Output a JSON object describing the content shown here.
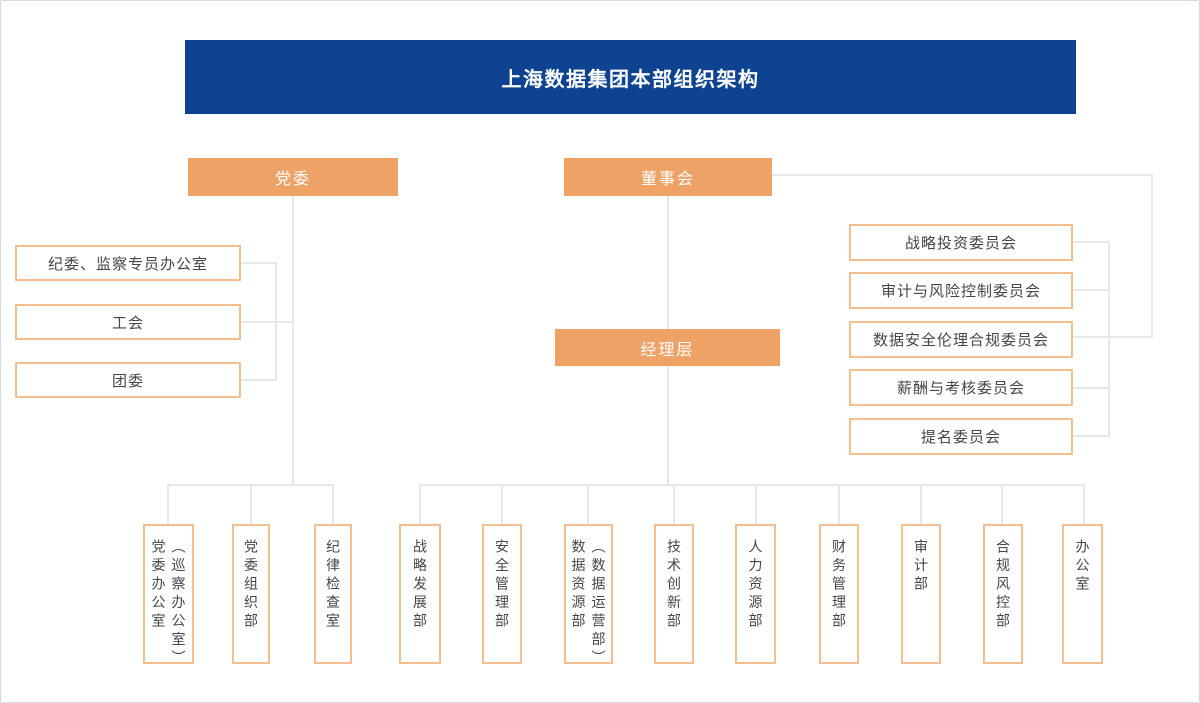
{
  "title_bar": {
    "text": "上海数据集团本部组织架构"
  },
  "org": {
    "party_committee": {
      "label": "党委"
    },
    "board": {
      "label": "董事会"
    },
    "management": {
      "label": "经理层"
    },
    "party_orgs": [
      {
        "label": "纪委、监察专员办公室"
      },
      {
        "label": "工会"
      },
      {
        "label": "团委"
      }
    ],
    "board_committees": [
      {
        "label": "战略投资委员会"
      },
      {
        "label": "审计与风险控制委员会"
      },
      {
        "label": "数据安全伦理合规委员会"
      },
      {
        "label": "薪酬与考核委员会"
      },
      {
        "label": "提名委员会"
      }
    ],
    "party_departments": [
      {
        "label": "党委办公室\n（巡察办公室）"
      },
      {
        "label": "党委组织部"
      },
      {
        "label": "纪律检查室"
      }
    ],
    "management_departments": [
      {
        "label": "战略发展部"
      },
      {
        "label": "安全管理部"
      },
      {
        "label": "数据资源部\n（数据运营部）"
      },
      {
        "label": "技术创新部"
      },
      {
        "label": "人力资源部"
      },
      {
        "label": "财务管理部"
      },
      {
        "label": "审计部"
      },
      {
        "label": "合规风控部"
      },
      {
        "label": "办公室"
      }
    ]
  },
  "colors": {
    "title_blue": "#0d4391",
    "accent_orange": "#efa266",
    "box_border": "#f3be90",
    "line_gray": "#e6e8ed",
    "text_dark": "#43464c"
  }
}
